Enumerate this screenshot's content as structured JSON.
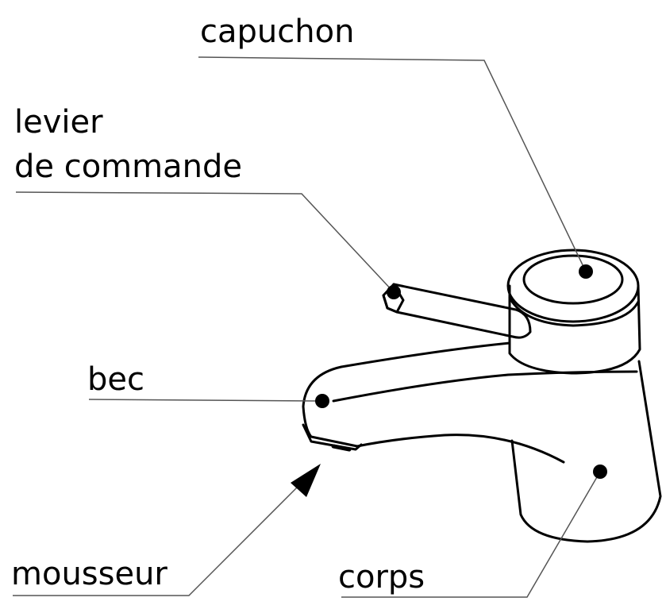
{
  "labels": {
    "capuchon": "capuchon",
    "levier_line1": "levier",
    "levier_line2": "de commande",
    "bec": "bec",
    "mousseur": "mousseur",
    "corps": "corps"
  },
  "colors": {
    "ink": "#000000",
    "paper": "#ffffff",
    "leader": "#555555"
  }
}
